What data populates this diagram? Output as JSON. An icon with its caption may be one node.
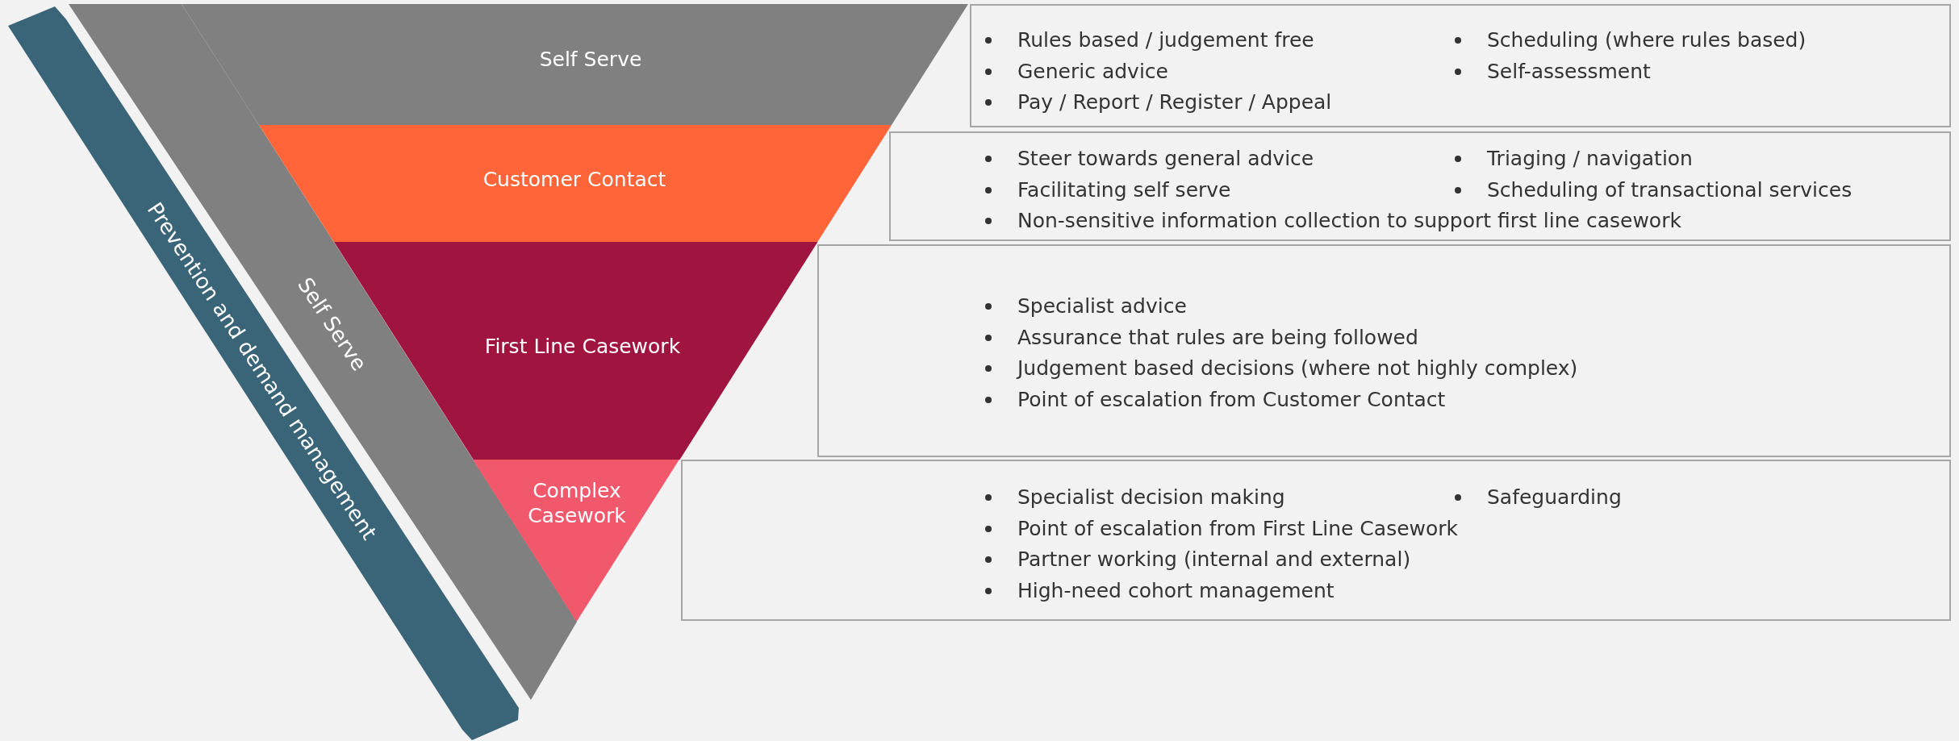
{
  "diagram": {
    "nodes": [
      {
        "text": [
          "Prevention and demand management"
        ]
      },
      {
        "text": [
          "Self Serve"
        ]
      },
      {
        "text": [
          "Self Serve"
        ]
      },
      {
        "text": [
          "Customer Contact"
        ]
      },
      {
        "text": [
          "First Line Casework"
        ]
      },
      {
        "text": [
          "Complex Casework"
        ]
      },
      {
        "text": [
          "Rules based / judgement free",
          "Scheduling (where rules based)",
          "Generic advice",
          "Self-assessment",
          "Pay / Report / Register / Appeal"
        ]
      },
      {
        "text": [
          "Steer towards general advice",
          "Triaging / navigation",
          "Facilitating self serve",
          "Scheduling of transactional services",
          "Non-sensitive information collection to support first line casework"
        ]
      },
      {
        "text": [
          "Specialist advice",
          "Assurance that rules are being followed",
          "Judgement based decisions (where not highly complex)",
          "Point of escalation from Customer Contact"
        ]
      },
      {
        "text": [
          "Specialist decision making",
          "Safeguarding",
          "Point of escalation from First Line Casework",
          "Partner working (internal and external)",
          "High-need cohort management"
        ]
      }
    ],
    "edges": []
  }
}
